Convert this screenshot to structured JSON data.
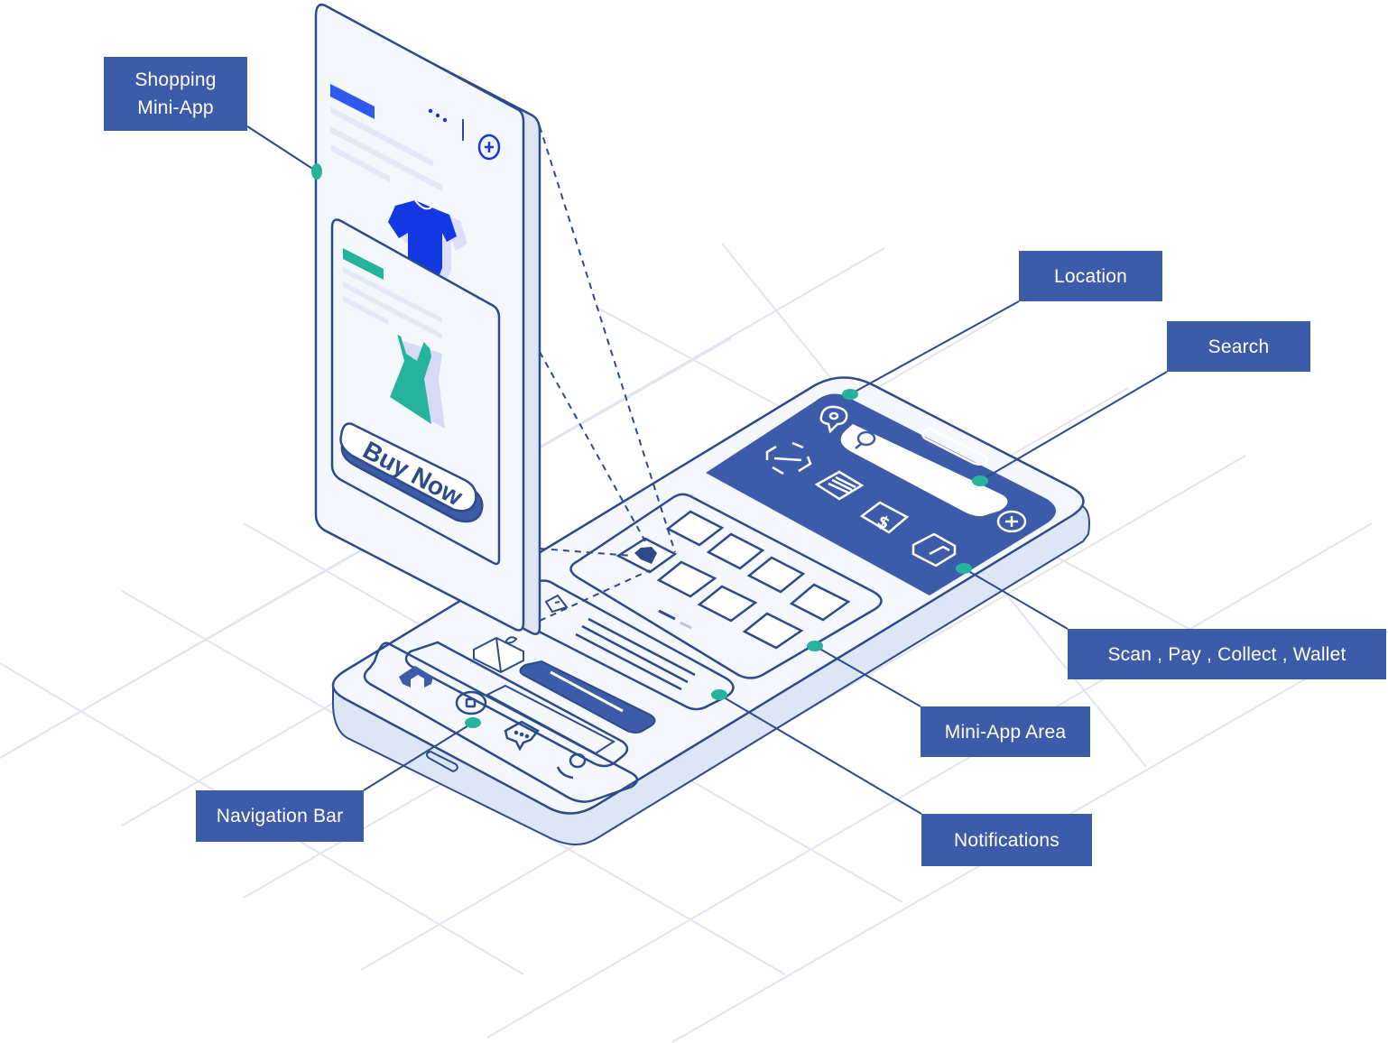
{
  "labels": {
    "shopping_miniapp": "Shopping\nMini-App",
    "location": "Location",
    "search": "Search",
    "scan_pay_collect_wallet": "Scan , Pay , Collect , Wallet",
    "miniapp_area": "Mini-App Area",
    "notifications": "Notifications",
    "navigation_bar": "Navigation Bar"
  },
  "miniapp_phone": {
    "buy_now_label": "Buy Now"
  },
  "colors": {
    "label_bg": "#3c5ba8",
    "outline": "#2d4a8a",
    "dark_panel": "#3c5ba8",
    "accent_blue": "#1337e0",
    "accent_teal": "#26b39b",
    "dot": "#26b39b",
    "grid": "#e3e4f2",
    "phone_fill": "#f4f8fd",
    "phone_side": "#dce6f5"
  },
  "icons": [
    "location-pin-icon",
    "search-icon",
    "scan-icon",
    "pay-icon",
    "collect-icon",
    "wallet-icon",
    "add-icon",
    "home-icon",
    "chat-icon",
    "profile-icon",
    "gift-icon",
    "megaphone-icon",
    "more-icon",
    "shirt-icon",
    "dress-icon"
  ]
}
